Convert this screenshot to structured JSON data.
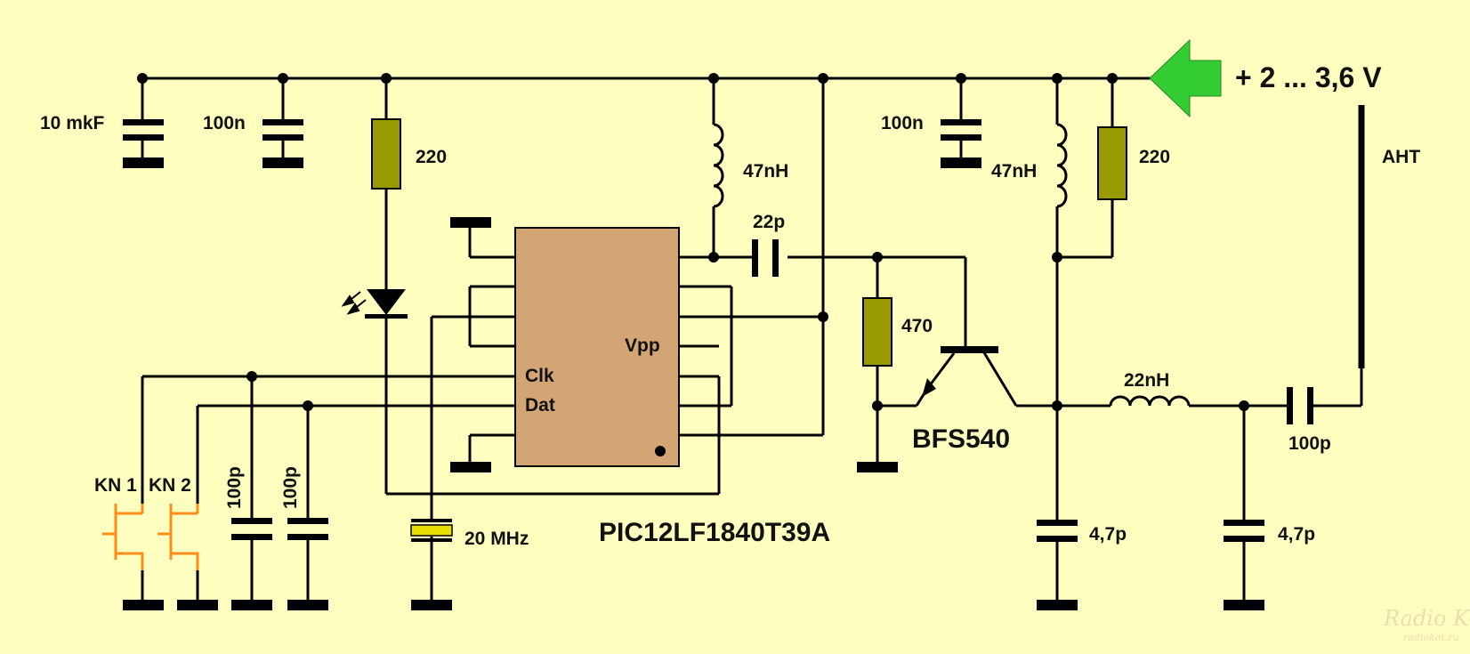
{
  "colors": {
    "background": "#ffffc0",
    "wire": "#000000",
    "resistor_fill": "#999900",
    "ic_fill": "#d4a574",
    "crystal_fill": "#e8e000",
    "button": "#ff8c1a",
    "supply_arrow": "#33cc33"
  },
  "labels": {
    "supply": "+ 2 ... 3,6 V",
    "antenna": "АНТ",
    "c_10mkF": "10 mkF",
    "c_100n_left": "100n",
    "c_100n_right": "100n",
    "r_220_left": "220",
    "r_220_right": "220",
    "l_47nH_left": "47nH",
    "l_47nH_right": "47nH",
    "c_22p": "22p",
    "r_470": "470",
    "l_22nH": "22nH",
    "c_100p_out": "100p",
    "transistor": "BFS540",
    "ic": "PIC12LF1840T39A",
    "pin_vpp": "Vpp",
    "pin_clk": "Clk",
    "pin_dat": "Dat",
    "kn1": "KN 1",
    "kn2": "KN 2",
    "c_100p_a": "100p",
    "c_100p_b": "100p",
    "crystal": "20 MHz",
    "c_4p7_left": "4,7p",
    "c_4p7_right": "4,7p"
  },
  "watermark": {
    "line1": "Radio KOT",
    "line2": "radiokot.ru"
  }
}
